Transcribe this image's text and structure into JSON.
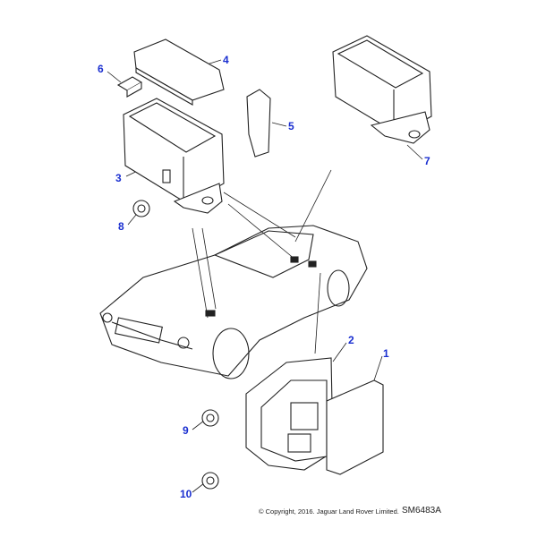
{
  "callouts": [
    "1",
    "2",
    "3",
    "4",
    "5",
    "6",
    "7",
    "8",
    "9",
    "10"
  ],
  "footer": {
    "copyright": "© Copyright, 2016. Jaguar Land Rover Limited.",
    "code": "SM6483A"
  },
  "colors": {
    "callout": "#1a2fd0",
    "line": "#222222"
  }
}
